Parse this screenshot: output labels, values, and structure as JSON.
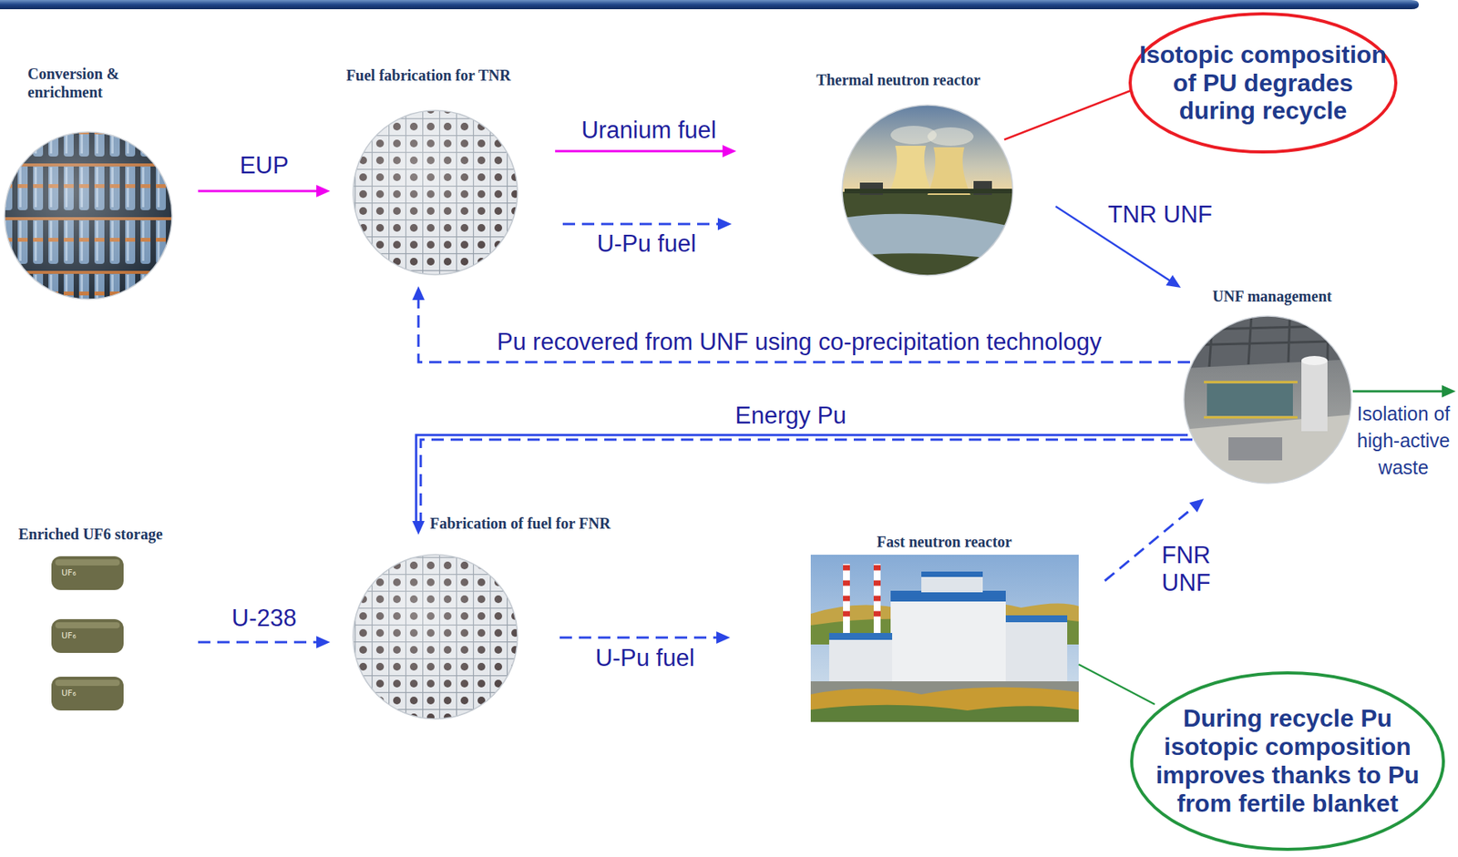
{
  "diagram": {
    "nodes": [
      {
        "text": [
          "Conversion & enrichment"
        ]
      },
      {
        "text": [
          "Fuel fabrication for TNR"
        ]
      },
      {
        "text": [
          "Thermal neutron reactor"
        ]
      },
      {
        "text": [
          "Isotopic composition of PU degrades during recycle"
        ]
      },
      {
        "text": [
          "UNF management"
        ]
      },
      {
        "text": [
          "Enriched UF6 storage"
        ]
      },
      {
        "text": [
          "Fabrication of fuel for FNR"
        ]
      },
      {
        "text": [
          "Fast neutron reactor"
        ]
      },
      {
        "text": [
          "During recycle Pu isotopic composition improves thanks to Pu from fertile blanket"
        ]
      }
    ],
    "edges": [
      {
        "from": 0,
        "to": 1,
        "label": "EUP",
        "arrow": "to"
      },
      {
        "from": 1,
        "to": 2,
        "label": "Uranium fuel",
        "arrow": "to"
      },
      {
        "from": 1,
        "to": 2,
        "label": "U-Pu fuel",
        "arrow": "to"
      },
      {
        "from": 2,
        "to": 4,
        "label": "TNR UNF",
        "arrow": "to"
      },
      {
        "from": 4,
        "to": 1,
        "label": "Pu recovered from UNF using co-precipitation technology",
        "arrow": "to"
      },
      {
        "from": 4,
        "to": 6,
        "label": "Energy Pu",
        "arrow": "to"
      },
      {
        "from": 5,
        "to": 6,
        "label": "U-238",
        "arrow": "to"
      },
      {
        "from": 6,
        "to": 7,
        "label": "U-Pu fuel",
        "arrow": "to"
      },
      {
        "from": 7,
        "to": 4,
        "label": "FNR UNF",
        "arrow": "to"
      },
      {
        "from": 2,
        "to": 3,
        "arrow": "none"
      },
      {
        "from": 7,
        "to": 8,
        "arrow": "none"
      }
    ],
    "labels": [
      "Isolation of high-active waste",
      "UF₆",
      "UF₆",
      "UF₆"
    ]
  }
}
